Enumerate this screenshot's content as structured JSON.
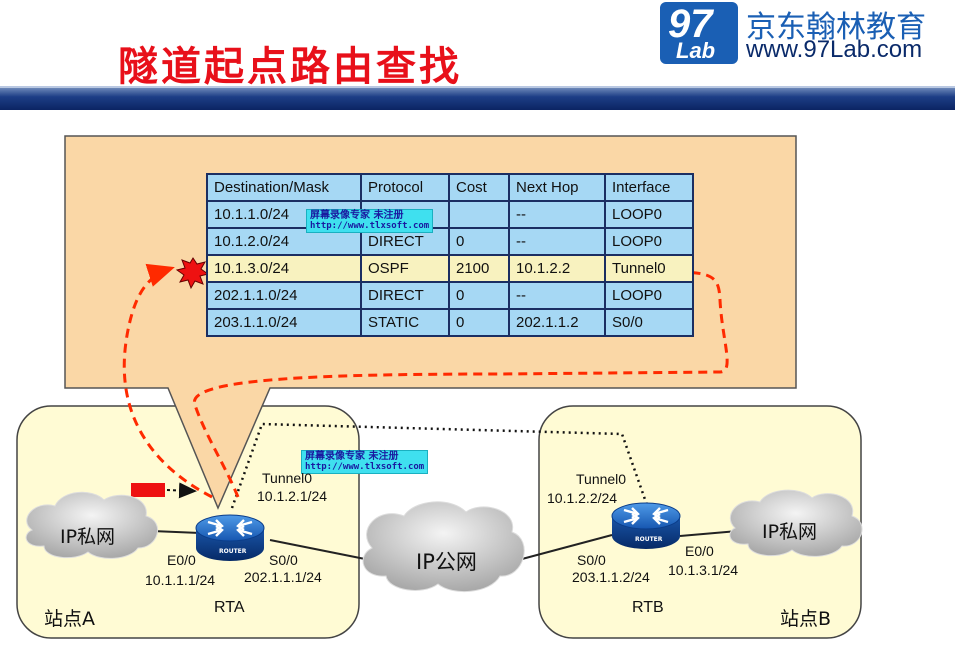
{
  "header": {
    "title": "隧道起点路由查找",
    "logo": {
      "number": "97",
      "lab": "Lab"
    },
    "brand_name": "京东翰林教育",
    "brand_url": "www.97Lab.com"
  },
  "routing_table": {
    "columns": [
      "Destination/Mask",
      "Protocol",
      "Cost",
      "Next Hop",
      "Interface"
    ],
    "rows": [
      [
        "10.1.1.0/24",
        "",
        "",
        "--",
        "LOOP0"
      ],
      [
        "10.1.2.0/24",
        "DIRECT",
        "0",
        "--",
        "LOOP0"
      ],
      [
        "10.1.3.0/24",
        "OSPF",
        "2100",
        "10.1.2.2",
        "Tunnel0"
      ],
      [
        "202.1.1.0/24",
        "DIRECT",
        "0",
        "--",
        "LOOP0"
      ],
      [
        "203.1.1.0/24",
        "STATIC",
        "0",
        "202.1.1.2",
        "S0/0"
      ]
    ],
    "highlight_row": 2
  },
  "watermark": {
    "line1": "屏幕录像专家    未注册",
    "line2": "http://www.tlxsoft.com"
  },
  "site_a": {
    "label": "站点A",
    "cloud": "IP私网",
    "router": "RTA",
    "router_badge": "ROUTER",
    "e0": "E0/0",
    "e0_ip": "10.1.1.1/24",
    "s0": "S0/0",
    "s0_ip": "202.1.1.1/24",
    "tunnel": "Tunnel0",
    "tunnel_ip": "10.1.2.1/24"
  },
  "public_net": "IP公网",
  "site_b": {
    "label": "站点B",
    "cloud": "IP私网",
    "router": "RTB",
    "router_badge": "ROUTER",
    "e0": "E0/0",
    "e0_ip": "10.1.3.1/24",
    "s0": "S0/0",
    "s0_ip": "203.1.1.2/24",
    "tunnel": "Tunnel0",
    "tunnel_ip": "10.1.2.2/24"
  },
  "colors": {
    "title": "#e8101a",
    "callout": "#fad7a6",
    "site": "#fffbd4",
    "table": "#a6d8f4",
    "highlight": "#f8f2bf",
    "dashed_path": "#ff2a00"
  }
}
